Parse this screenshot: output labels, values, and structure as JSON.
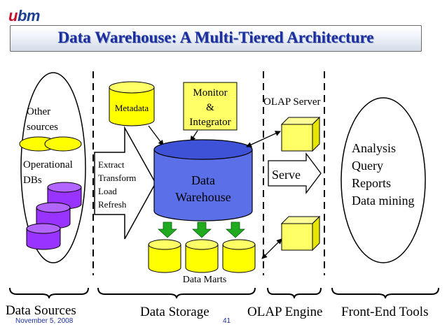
{
  "logo": {
    "text_a": "u",
    "text_b": "bm"
  },
  "title": "Data Warehouse: A Multi-Tiered Architecture",
  "sources": {
    "other_line1": "Other",
    "other_line2": "sources",
    "operational_line1": "Operational",
    "operational_line2": "DBs"
  },
  "etl": {
    "extract": "Extract",
    "transform": "Transform",
    "load": "Load",
    "refresh": "Refresh"
  },
  "metadata": "Metadata",
  "monitor": {
    "line1": "Monitor",
    "line2": "&",
    "line3": "Integrator"
  },
  "warehouse": {
    "line1": "Data",
    "line2": "Warehouse"
  },
  "data_marts": "Data Marts",
  "olap_server": "OLAP Server",
  "serve": "Serve",
  "frontend": {
    "items": [
      "Analysis",
      "Query",
      "Reports",
      "Data mining"
    ]
  },
  "tiers": [
    "Data Sources",
    "Data Storage",
    "OLAP Engine",
    "Front-End Tools"
  ],
  "footer": {
    "date": "November 5, 2008",
    "page": "41"
  },
  "colors": {
    "title": "#1b2fa0",
    "cylinder_yellow": "#ffff00",
    "cylinder_purple": "#9933ff",
    "warehouse_blue": "#5a6fe8",
    "arrow_green": "#1faa1f"
  }
}
